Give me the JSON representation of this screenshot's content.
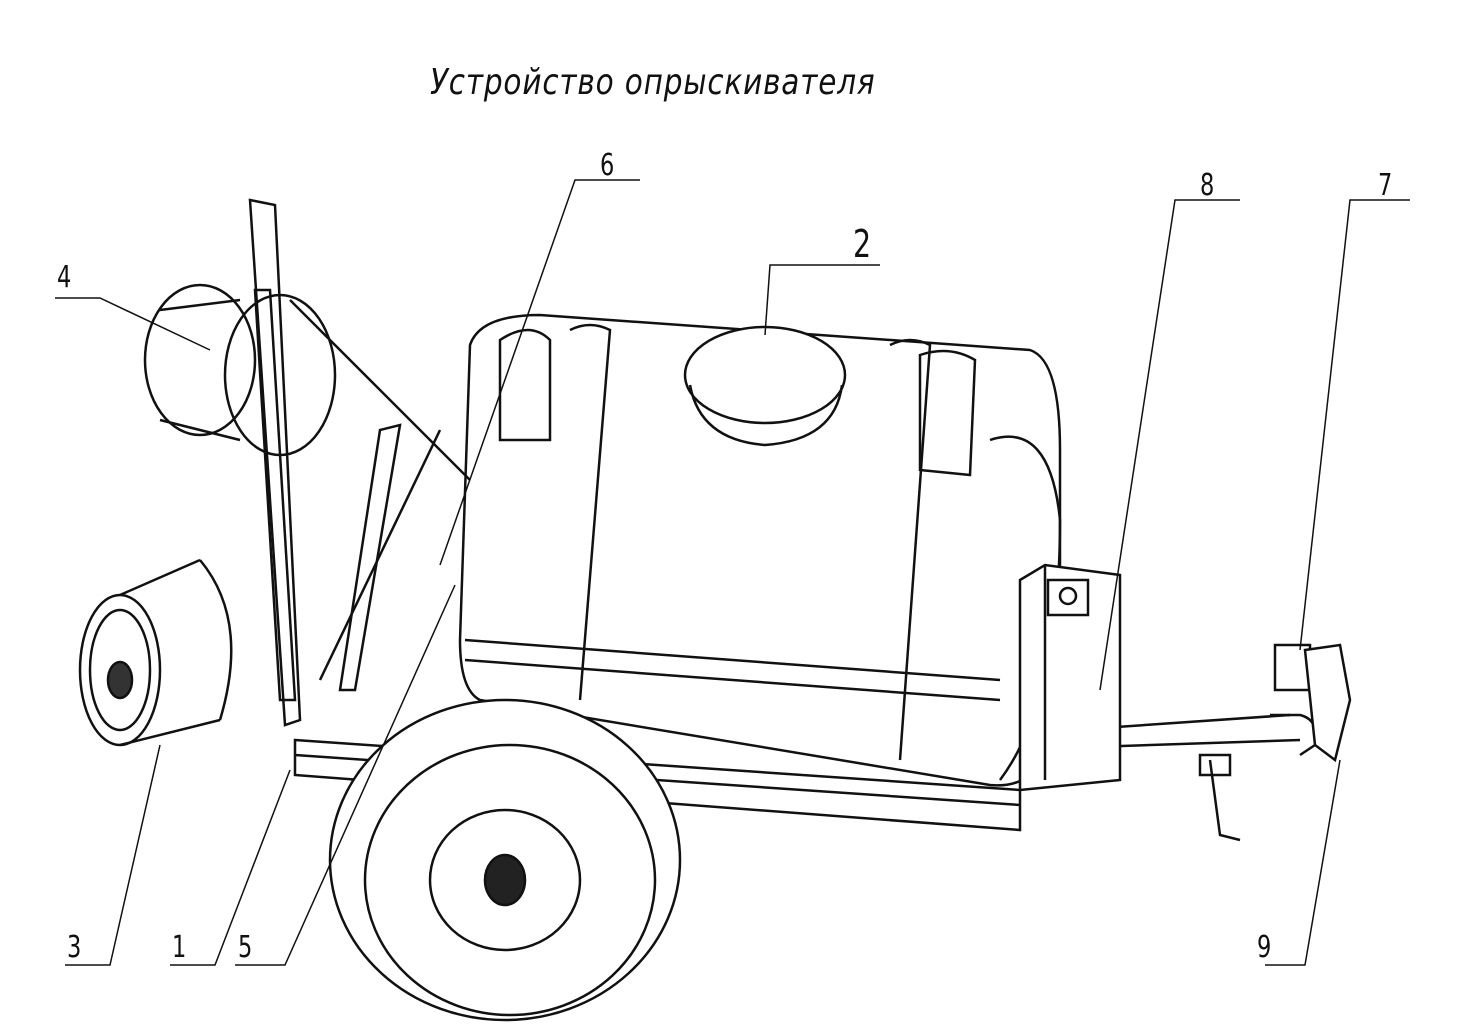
{
  "title": "Устройство опрыскивателя",
  "callouts": {
    "c1": "1",
    "c2": "2",
    "c3": "3",
    "c4": "4",
    "c5": "5",
    "c6": "6",
    "c7": "7",
    "c8": "8",
    "c9": "9"
  }
}
